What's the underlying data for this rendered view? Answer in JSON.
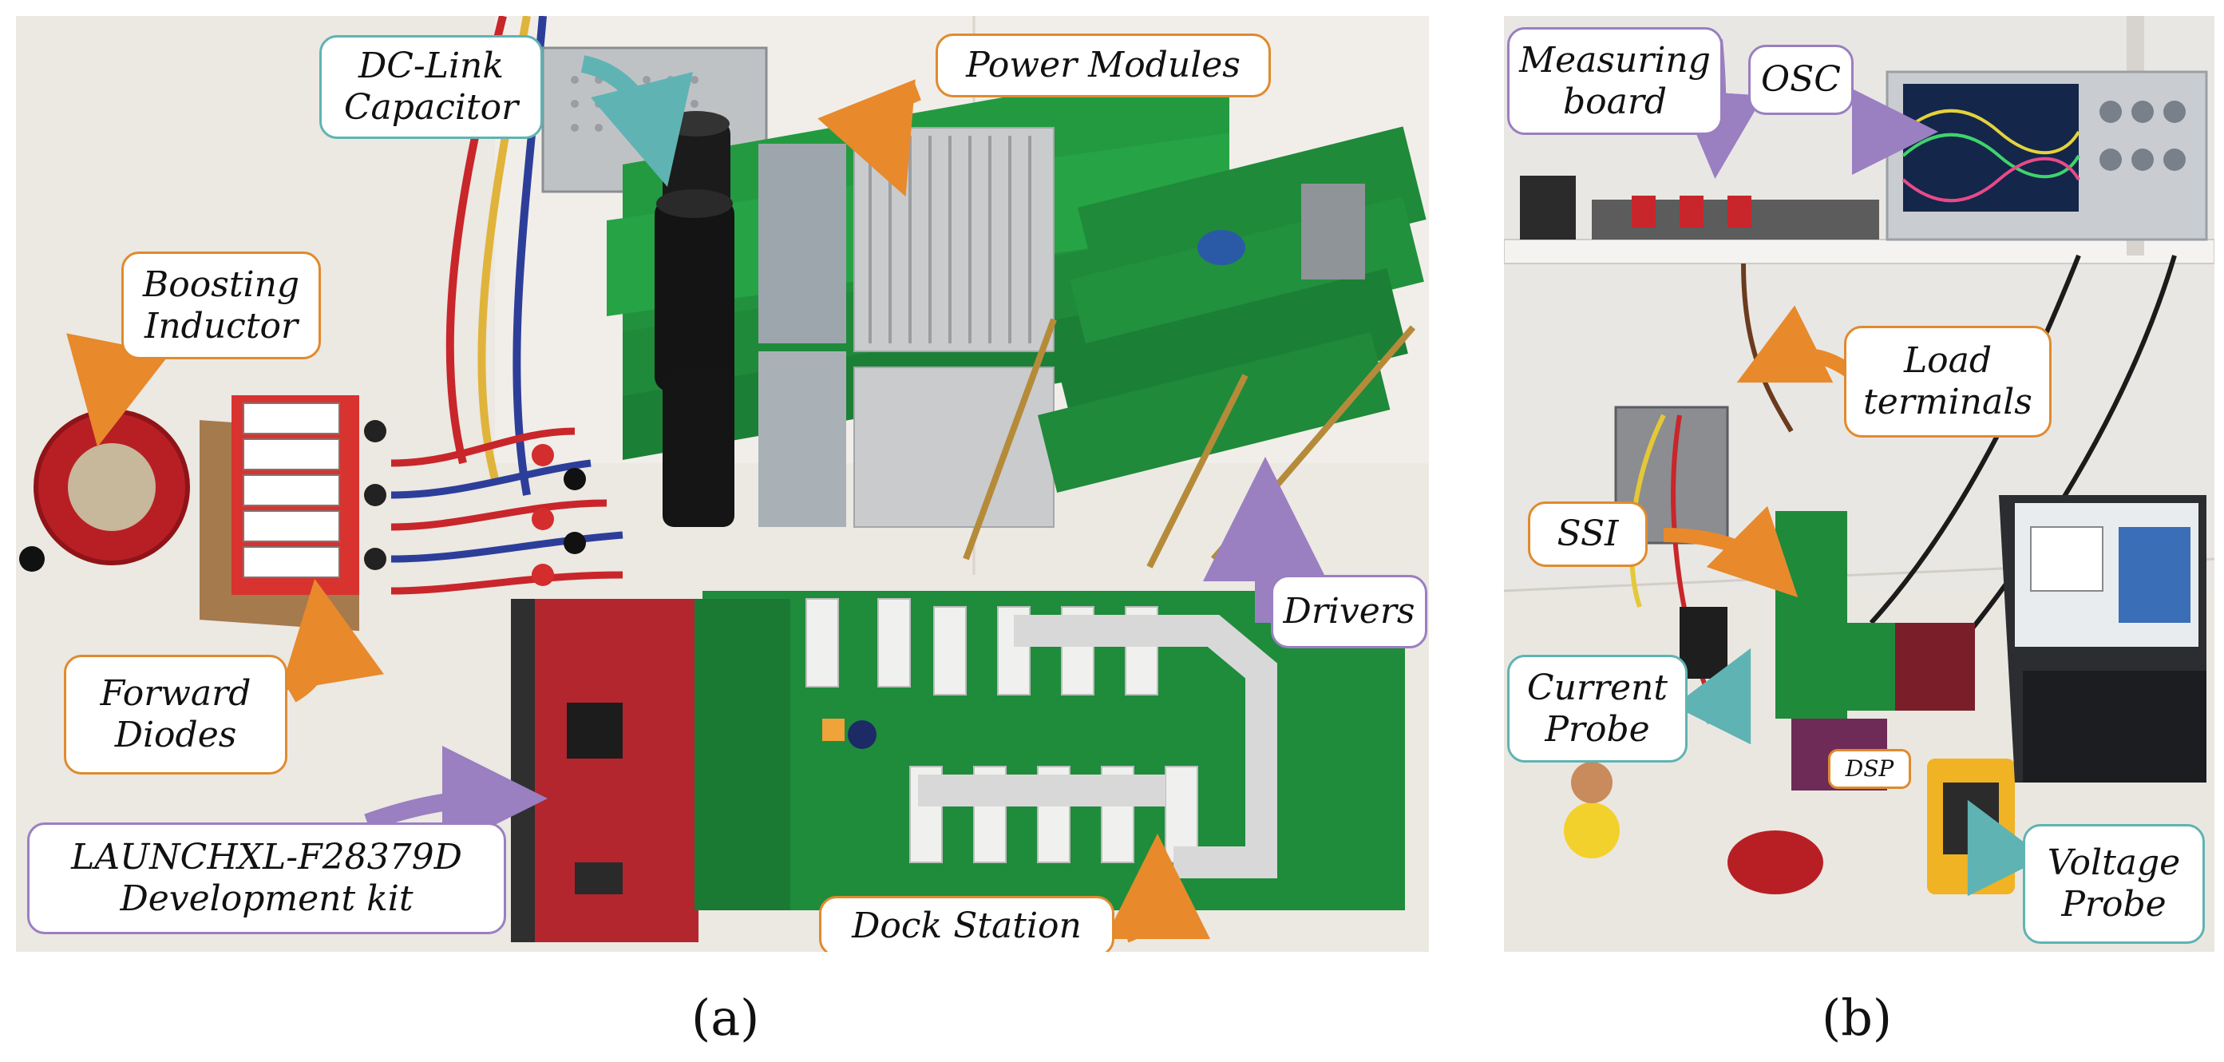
{
  "panel_a": {
    "label": "(a)",
    "callouts": {
      "dc_link": [
        "DC-Link",
        "Capacitor"
      ],
      "power_modules": [
        "Power Modules"
      ],
      "boosting_inductor": [
        "Boosting",
        "Inductor"
      ],
      "forward_diodes": [
        "Forward",
        "Diodes"
      ],
      "launchxl": [
        "LAUNCHXL-F28379D",
        "Development kit"
      ],
      "dock_station": [
        "Dock Station"
      ],
      "drivers": [
        "Drivers"
      ]
    }
  },
  "panel_b": {
    "label": "(b)",
    "callouts": {
      "measuring_board": [
        "Measuring",
        "board"
      ],
      "osc": [
        "OSC"
      ],
      "load_terminals": [
        "Load",
        "terminals"
      ],
      "ssi": [
        "SSI"
      ],
      "current_probe": [
        "Current",
        "Probe"
      ],
      "dsp": [
        "DSP"
      ],
      "voltage_probe": [
        "Voltage",
        "Probe"
      ]
    }
  },
  "colors": {
    "orange_arrow": "#e8892c",
    "purple_arrow": "#9a7fc1",
    "teal_arrow": "#5fb3b3",
    "pcb_green": "#1f8a3a",
    "launchpad_red": "#b3262e"
  }
}
